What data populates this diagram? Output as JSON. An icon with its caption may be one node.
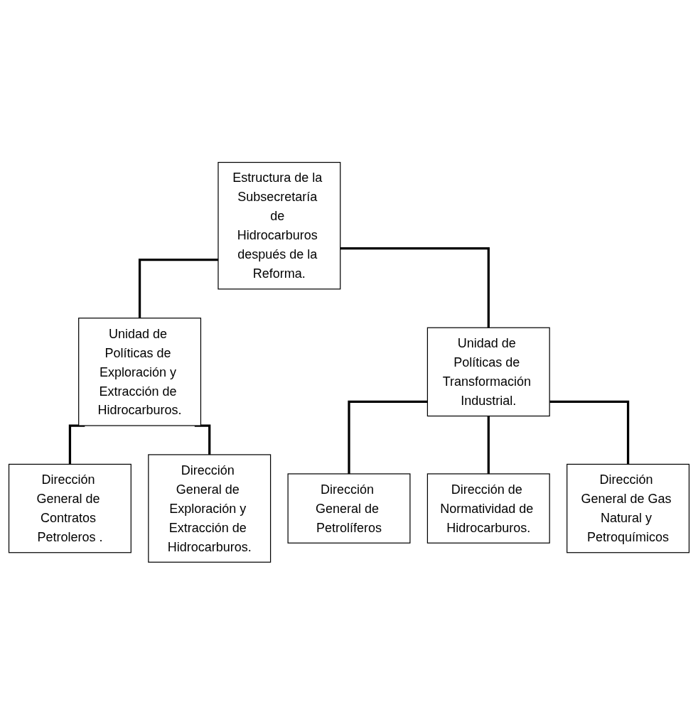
{
  "diagram": {
    "nodes": [
      {
        "text": [
          "Estructura de la Subsecretaría de Hidrocarburos después de la Reforma."
        ]
      },
      {
        "text": [
          "Unidad de Políticas de Exploración y Extracción de Hidrocarburos."
        ]
      },
      {
        "text": [
          "Unidad de Políticas de Transformación Industrial."
        ]
      },
      {
        "text": [
          "Dirección General de Contratos Petroleros ."
        ]
      },
      {
        "text": [
          "Dirección General de Exploración y Extracción de Hidrocarburos."
        ]
      },
      {
        "text": [
          "Dirección General de Petrolíferos"
        ]
      },
      {
        "text": [
          "Dirección de Normatividad de Hidrocarburos."
        ]
      },
      {
        "text": [
          "Dirección General de Gas Natural y Petroquímicos"
        ]
      }
    ],
    "edges": [
      {
        "from": 0,
        "to": 1,
        "arrow": "none"
      },
      {
        "from": 0,
        "to": 2,
        "arrow": "none"
      },
      {
        "from": 1,
        "to": 3,
        "arrow": "none"
      },
      {
        "from": 1,
        "to": 4,
        "arrow": "none"
      },
      {
        "from": 2,
        "to": 5,
        "arrow": "none"
      },
      {
        "from": 2,
        "to": 6,
        "arrow": "none"
      },
      {
        "from": 2,
        "to": 7,
        "arrow": "none"
      }
    ]
  }
}
